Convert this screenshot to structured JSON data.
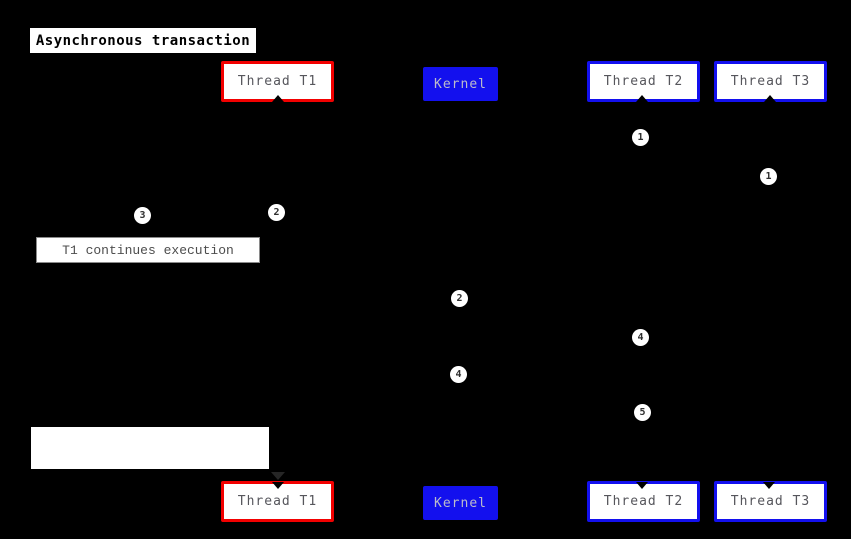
{
  "diagram": {
    "type": "sequence-diagram",
    "title": "Asynchronous transaction",
    "actors": {
      "t1": "Thread T1",
      "kernel": "Kernel",
      "t2": "Thread T2",
      "t3": "Thread T3"
    },
    "note": "T1 continues execution",
    "blank_label": "",
    "sequence_markers": [
      "1",
      "1",
      "2",
      "3",
      "2",
      "4",
      "4",
      "5"
    ],
    "colors": {
      "background": "#000000",
      "box-fill": "#ffffff",
      "red-accent": "#f20000",
      "blue-accent": "#1310ee",
      "box-text": "#56565c",
      "kernel-text": "#bcbcca",
      "note-text": "#4d4d4d",
      "title-text": "#000000",
      "marker-text": "#2e2e2e"
    }
  }
}
